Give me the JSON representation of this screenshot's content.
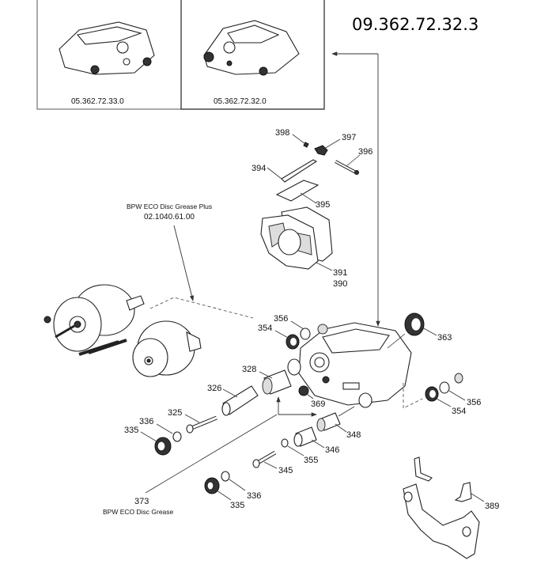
{
  "diagram": {
    "title": "09.362.72.32.3",
    "variants": [
      {
        "part_number": "05.362.72.33.0",
        "description": "caliper variant (left)"
      },
      {
        "part_number": "05.362.72.32.0",
        "description": "caliper variant (right, selected)"
      }
    ],
    "grease_plus": {
      "name": "BPW ECO Disc Grease Plus",
      "part_number": "02.1040.61.00"
    },
    "grease": {
      "ref": "373",
      "name": "BPW ECO Disc Grease"
    },
    "callouts": {
      "c398": "398",
      "c397": "397",
      "c396": "396",
      "c394": "394",
      "c395": "395",
      "c391": "391",
      "c390": "390",
      "c356a": "356",
      "c354a": "354",
      "c363": "363",
      "c328": "328",
      "c326": "326",
      "c369": "369",
      "c356b": "356",
      "c354b": "354",
      "c325": "325",
      "c336a": "336",
      "c335a": "335",
      "c348": "348",
      "c346": "346",
      "c355": "355",
      "c345": "345",
      "c336b": "336",
      "c335b": "335",
      "c389": "389"
    }
  }
}
